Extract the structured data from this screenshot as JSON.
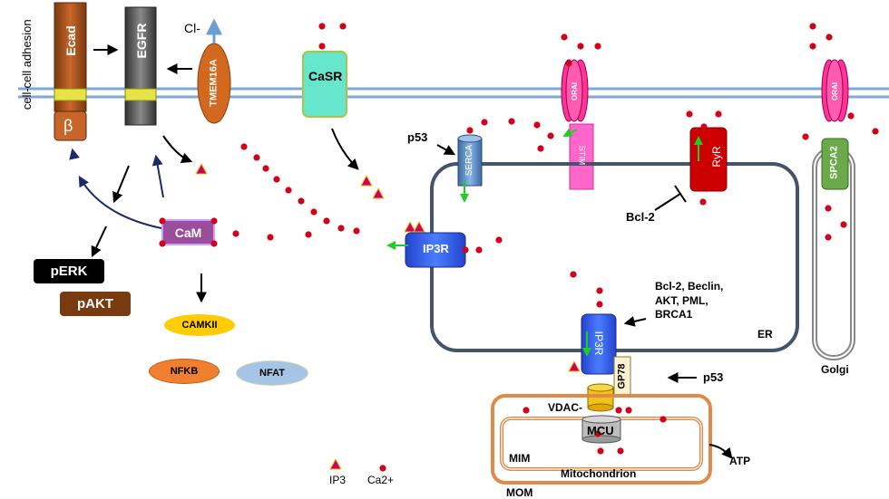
{
  "labels": {
    "cell_cell_adhesion": "cell-cell adhesion",
    "ecad": "Ecad",
    "beta": "β",
    "egfr": "EGFR",
    "cl": "Cl-",
    "tmem16a": "TMEM16A",
    "casr": "CaSR",
    "orai_left": "ORAI",
    "orai_right": "ORAI",
    "stim": "STIM",
    "serca": "SERCA",
    "p53_top": "p53",
    "ryr": "RyR",
    "bcl2": "Bcl-2",
    "spca2": "SPCA2",
    "cam": "CaM",
    "perk": "pERK",
    "pakt": "pAKT",
    "camkii": "CAMKII",
    "nfkb": "NFKB",
    "nfat": "NFAT",
    "ip3r_left": "IP3R",
    "ip3r_mid": "IP3R",
    "modulators": "Bcl-2, Beclin,\nAKT, PML,\nBRCA1",
    "er": "ER",
    "golgi": "Golgi",
    "gp78": "GP78",
    "p53_bottom": "p53",
    "vdac": "VDAC-",
    "mcu": "MCU",
    "mim": "MIM",
    "mitochondrion": "Mitochondrion",
    "mom": "MOM",
    "atp": "ATP",
    "legend_ip3": "IP3",
    "legend_ca": "Ca2+"
  },
  "colors": {
    "membrane": "#7fa9d4",
    "calcium": "#d0021b",
    "ip3": "#cc0066",
    "ecad": "#b5561c",
    "egfr": "#555555",
    "tmem16a": "#d2691e",
    "casr": "#66e6cc",
    "orai": "#ff3399",
    "stim": "#ff66cc",
    "serca": "#5b8fc9",
    "ryr": "#cc0000",
    "spca2": "#6aaa4a",
    "cam": "#9b4c9b",
    "perk": "#000000",
    "pakt": "#7a3a10",
    "camkii": "#ffcc00",
    "nfkb": "#f08030",
    "nfat": "#a6c4e6",
    "ip3r": "#3366ee",
    "er": "#44546a",
    "mito": "#e08a4a"
  }
}
